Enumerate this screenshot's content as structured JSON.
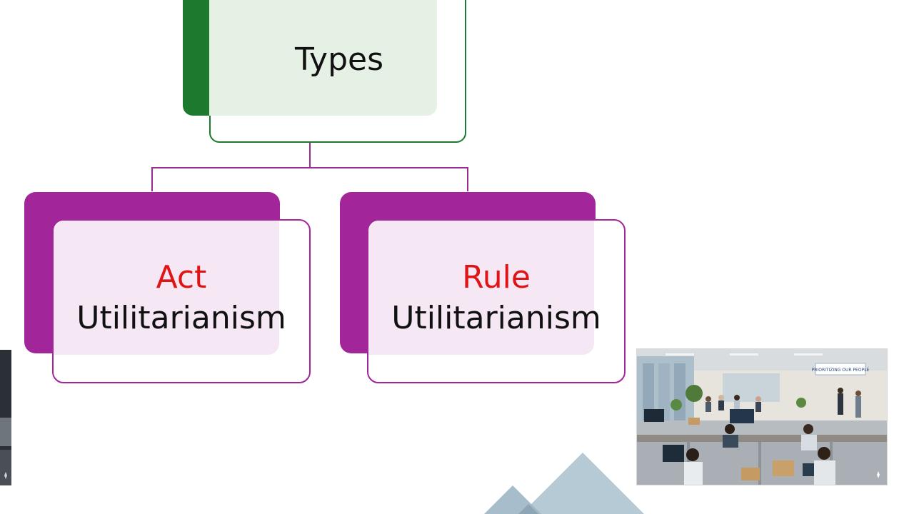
{
  "diagram": {
    "root": {
      "label": "Types"
    },
    "children": [
      {
        "keyword": "Act",
        "label": "Utilitarianism"
      },
      {
        "keyword": "Rule",
        "label": "Utilitarianism"
      }
    ]
  },
  "colors": {
    "root_accent": "#1b7a2e",
    "root_tint": "#e6f1e6",
    "child_accent": "#a3259a",
    "child_tint": "#f5e7f3",
    "keyword_color": "#e01414",
    "decor_triangle": "#a9c1cf"
  },
  "photo": {
    "banner": "PRIORITIZING OUR PEOPLE"
  }
}
